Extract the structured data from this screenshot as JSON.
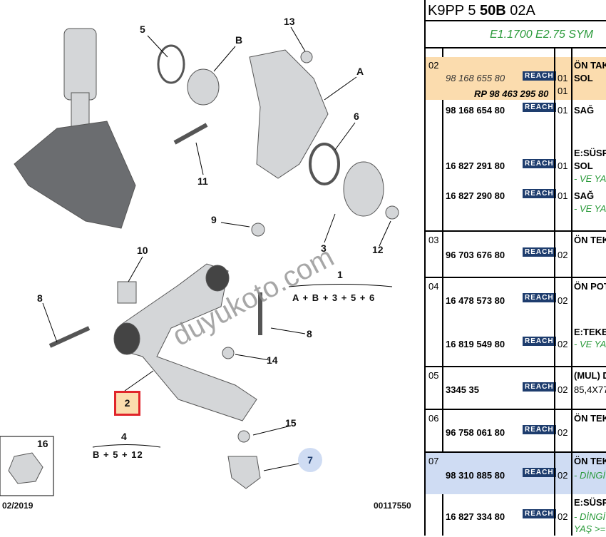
{
  "diagram": {
    "labels": {
      "l5": "5",
      "lB": "B",
      "l13": "13",
      "lA": "A",
      "l6": "6",
      "l11": "11",
      "l9": "9",
      "l10": "10",
      "l1": "1",
      "l8a": "8",
      "l8b": "8",
      "l14": "14",
      "l2": "2",
      "l3": "3",
      "l12": "12",
      "l4": "4",
      "l15": "15",
      "l7": "7",
      "l16": "16"
    },
    "formula_1": "A + B + 3 + 5 + 6",
    "formula_4": "B + 5 + 12",
    "date": "02/2019",
    "code": "00117550",
    "watermark": "duyukoto.com"
  },
  "table": {
    "title_pre": "K9PP 5 ",
    "title_bold": "50B",
    "title_post": " 02A",
    "filter": "E1.1700 E2.75 SYM",
    "reach": "REACH",
    "rows": [
      {
        "ref": "02",
        "items": [
          {
            "pn": "98 168 655 80",
            "qty": "01",
            "desc": "ÖN TAK",
            "desc2": "SOL"
          },
          {
            "pn": "RP 98 463 295 80",
            "qty": "01"
          },
          {
            "pn": "98 168 654 80",
            "qty": "01",
            "desc": "SAĞ"
          },
          {
            "pn": "16 827 291 80",
            "qty": "01",
            "desc0": "E:SÜSP",
            "desc": "SOL",
            "note": "- VE YA"
          },
          {
            "pn": "16 827 290 80",
            "qty": "01",
            "desc": "SAĞ",
            "note": "- VE YA"
          }
        ]
      },
      {
        "ref": "03",
        "items": [
          {
            "pn": "96 703 676 80",
            "qty": "02",
            "desc": "ÖN TEK"
          }
        ]
      },
      {
        "ref": "04",
        "items": [
          {
            "pn": "16 478 573 80",
            "qty": "02",
            "desc": "ÖN POT"
          },
          {
            "pn": "16 819 549 80",
            "qty": "02",
            "desc": "E:TEKE",
            "note": "- VE YA"
          }
        ]
      },
      {
        "ref": "05",
        "items": [
          {
            "pn": "3345 35",
            "qty": "02",
            "desc": "(MUL) D",
            "desc2": "85,4X77"
          }
        ]
      },
      {
        "ref": "06",
        "items": [
          {
            "pn": "96 758 061 80",
            "qty": "02",
            "desc": "ÖN TEK"
          }
        ]
      },
      {
        "ref": "07",
        "items": [
          {
            "pn": "98 310 885 80",
            "qty": "02",
            "desc": "ÖN TEK",
            "note": "- DİNGİ"
          }
        ]
      },
      {
        "ref": "",
        "items": [
          {
            "pn": "16 827 334 80",
            "qty": "02",
            "desc": "E:SÜSP",
            "note": "- DİNGİ",
            "note2": "YAŞ >="
          }
        ]
      }
    ]
  },
  "colors": {
    "highlight_orange": "#fbdcae",
    "highlight_blue": "#cfdcf3",
    "reach": "#1e3d6e",
    "green": "#2a9a3a",
    "red_box": "#e0242a"
  }
}
